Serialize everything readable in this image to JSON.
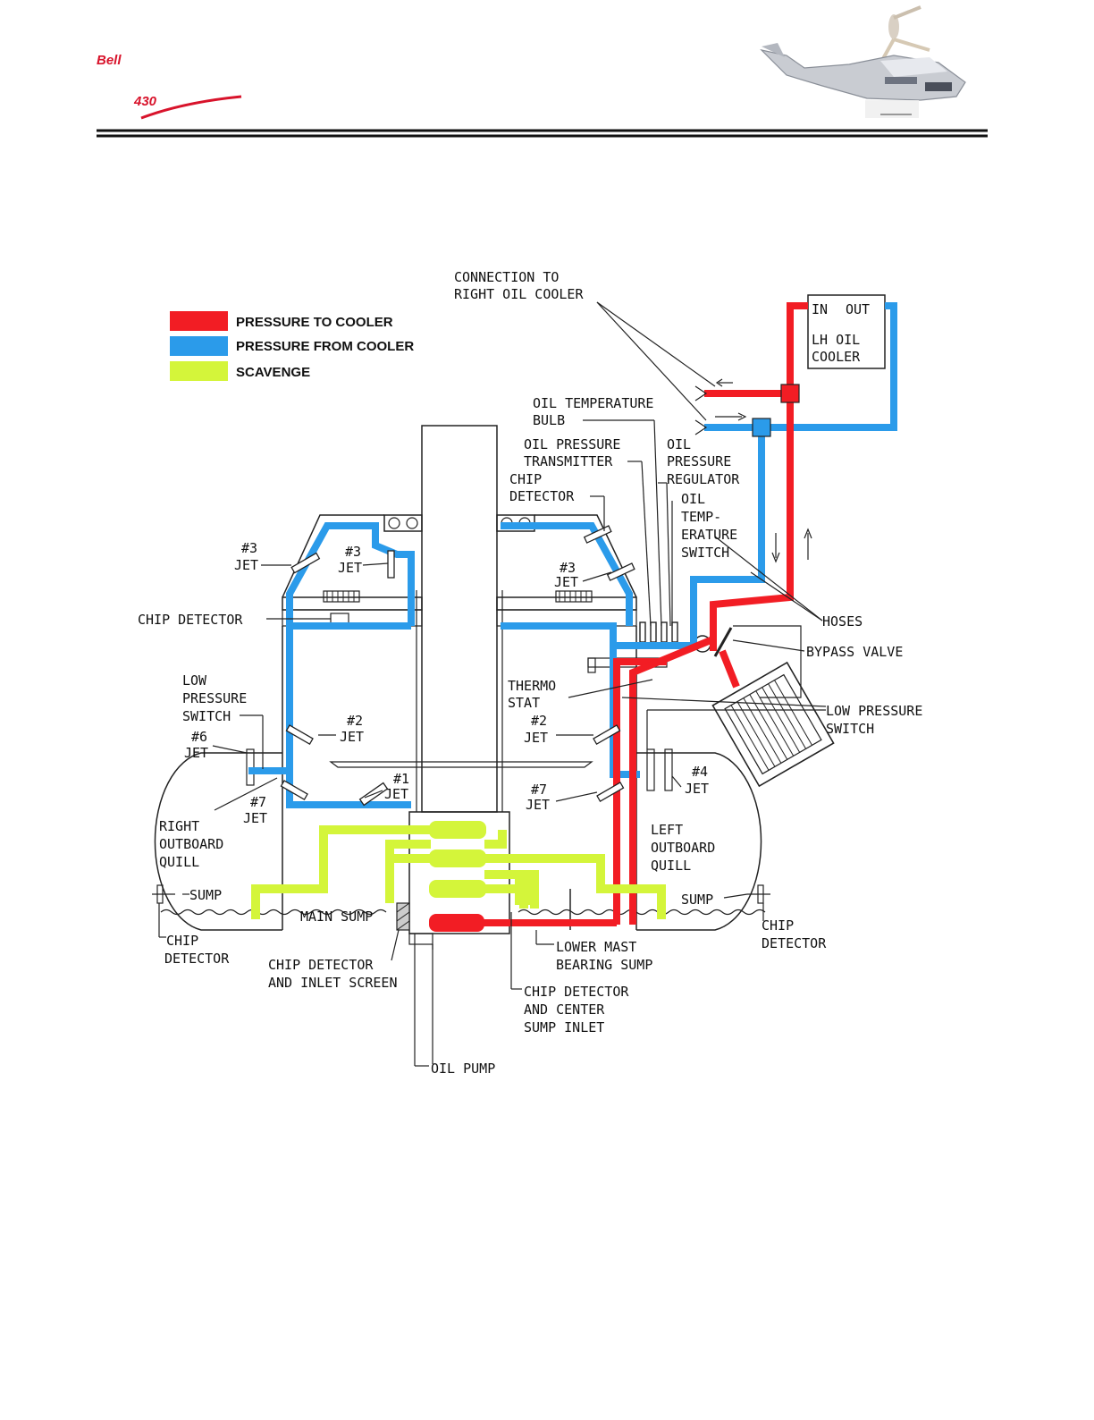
{
  "header": {
    "logo_brand": "Bell",
    "logo_model": "430",
    "helicopter_icon": "helicopter-photo-icon"
  },
  "legend": {
    "items": [
      {
        "label": "PRESSURE TO COOLER",
        "color": "#f21d24"
      },
      {
        "label": "PRESSURE FROM COOLER",
        "color": "#2b9bea"
      },
      {
        "label": "SCAVENGE",
        "color": "#d4f53a"
      }
    ]
  },
  "colors": {
    "pressure_to_cooler": "#f21d24",
    "pressure_from_cooler": "#2b9bea",
    "scavenge": "#d4f53a",
    "logo_red": "#d8132b"
  },
  "labels": {
    "conn_right_cooler_1": "CONNECTION TO",
    "conn_right_cooler_2": "RIGHT OIL COOLER",
    "cooler_in": "IN",
    "cooler_out": "OUT",
    "cooler_name_1": "LH OIL",
    "cooler_name_2": "COOLER",
    "oil_temp_bulb_1": "OIL TEMPERATURE",
    "oil_temp_bulb_2": "BULB",
    "oil_press_trans_1": "OIL PRESSURE",
    "oil_press_trans_2": "TRANSMITTER",
    "oil_press_reg_1": "OIL",
    "oil_press_reg_2": "PRESSURE",
    "oil_press_reg_3": "REGULATOR",
    "chip_det_top_1": "CHIP",
    "chip_det_top_2": "DETECTOR",
    "oil_temp_sw_1": "OIL",
    "oil_temp_sw_2": "TEMP-",
    "oil_temp_sw_3": "ERATURE",
    "oil_temp_sw_4": "SWITCH",
    "jet3_left_1": "#3",
    "jet3_left_2": "JET",
    "jet3_mid_1": "#3",
    "jet3_mid_2": "JET",
    "jet3_right_1": "#3",
    "jet3_right_2": "JET",
    "chip_det_left": "CHIP DETECTOR",
    "hoses": "HOSES",
    "bypass_valve": "BYPASS VALVE",
    "low_press_sw_left_1": "LOW",
    "low_press_sw_left_2": "PRESSURE",
    "low_press_sw_left_3": "SWITCH",
    "thermostat_1": "THERMO",
    "thermostat_2": "STAT",
    "low_press_sw_right_1": "LOW PRESSURE",
    "low_press_sw_right_2": "SWITCH",
    "jet6_1": "#6",
    "jet6_2": "JET",
    "jet2_left_1": "#2",
    "jet2_left_2": "JET",
    "jet2_right_1": "#2",
    "jet2_right_2": "JET",
    "jet4_1": "#4",
    "jet4_2": "JET",
    "jet1_1": "#1",
    "jet1_2": "JET",
    "jet7_left_1": "#7",
    "jet7_left_2": "JET",
    "jet7_right_1": "#7",
    "jet7_right_2": "JET",
    "right_quill_1": "RIGHT",
    "right_quill_2": "OUTBOARD",
    "right_quill_3": "QUILL",
    "left_quill_1": "LEFT",
    "left_quill_2": "OUTBOARD",
    "left_quill_3": "QUILL",
    "sump_left": "SUMP",
    "sump_right": "SUMP",
    "main_sump": "MAIN SUMP",
    "chip_det_bl_1": "CHIP",
    "chip_det_bl_2": "DETECTOR",
    "chip_det_br_1": "CHIP",
    "chip_det_br_2": "DETECTOR",
    "chip_inlet_1": "CHIP DETECTOR",
    "chip_inlet_2": "AND INLET SCREEN",
    "lower_mast_1": "LOWER MAST",
    "lower_mast_2": "BEARING SUMP",
    "chip_center_1": "CHIP DETECTOR",
    "chip_center_2": "AND CENTER",
    "chip_center_3": "SUMP INLET",
    "oil_pump": "OIL PUMP"
  }
}
